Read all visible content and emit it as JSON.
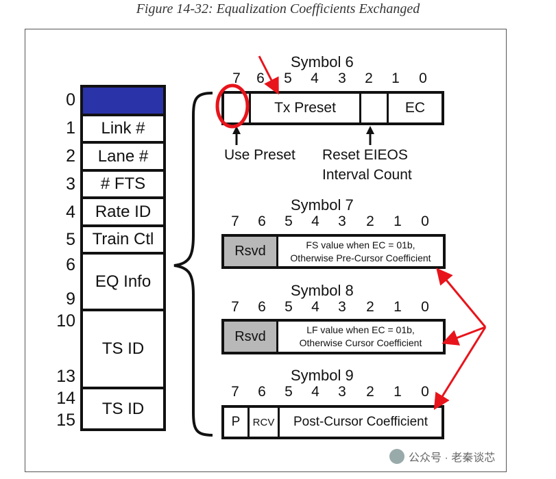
{
  "caption": "Figure 14-32: Equalization Coefficients Exchanged",
  "row_numbers": [
    "0",
    "1",
    "2",
    "3",
    "4",
    "5",
    "6",
    "9",
    "10",
    "13",
    "14",
    "15"
  ],
  "ts_fields": [
    "Link #",
    "Lane #",
    "# FTS",
    "Rate ID",
    "Train Ctl",
    "EQ Info",
    "TS ID",
    "TS ID"
  ],
  "bit_numbers": [
    "7",
    "6",
    "5",
    "4",
    "3",
    "2",
    "1",
    "0"
  ],
  "symbol6": {
    "title": "Symbol 6",
    "tx_preset": "Tx Preset",
    "ec": "EC",
    "use_preset": "Use Preset",
    "reset_line1": "Reset EIEOS",
    "reset_line2": "Interval Count"
  },
  "symbol7": {
    "title": "Symbol 7",
    "rsvd": "Rsvd",
    "line1": "FS value when EC = 01b,",
    "line2": "Otherwise Pre-Cursor Coefficient"
  },
  "symbol8": {
    "title": "Symbol 8",
    "rsvd": "Rsvd",
    "line1": "LF value when EC = 01b,",
    "line2": "Otherwise Cursor Coefficient"
  },
  "symbol9": {
    "title": "Symbol 9",
    "p": "P",
    "rcv": "RCV",
    "post": "Post-Cursor Coefficient"
  },
  "colors": {
    "blue_cell": "#2b33a8",
    "rsvd_grey": "#b8b8b8",
    "annotation_red": "#e8141b"
  },
  "watermark": "公众号 · 老秦谈芯"
}
